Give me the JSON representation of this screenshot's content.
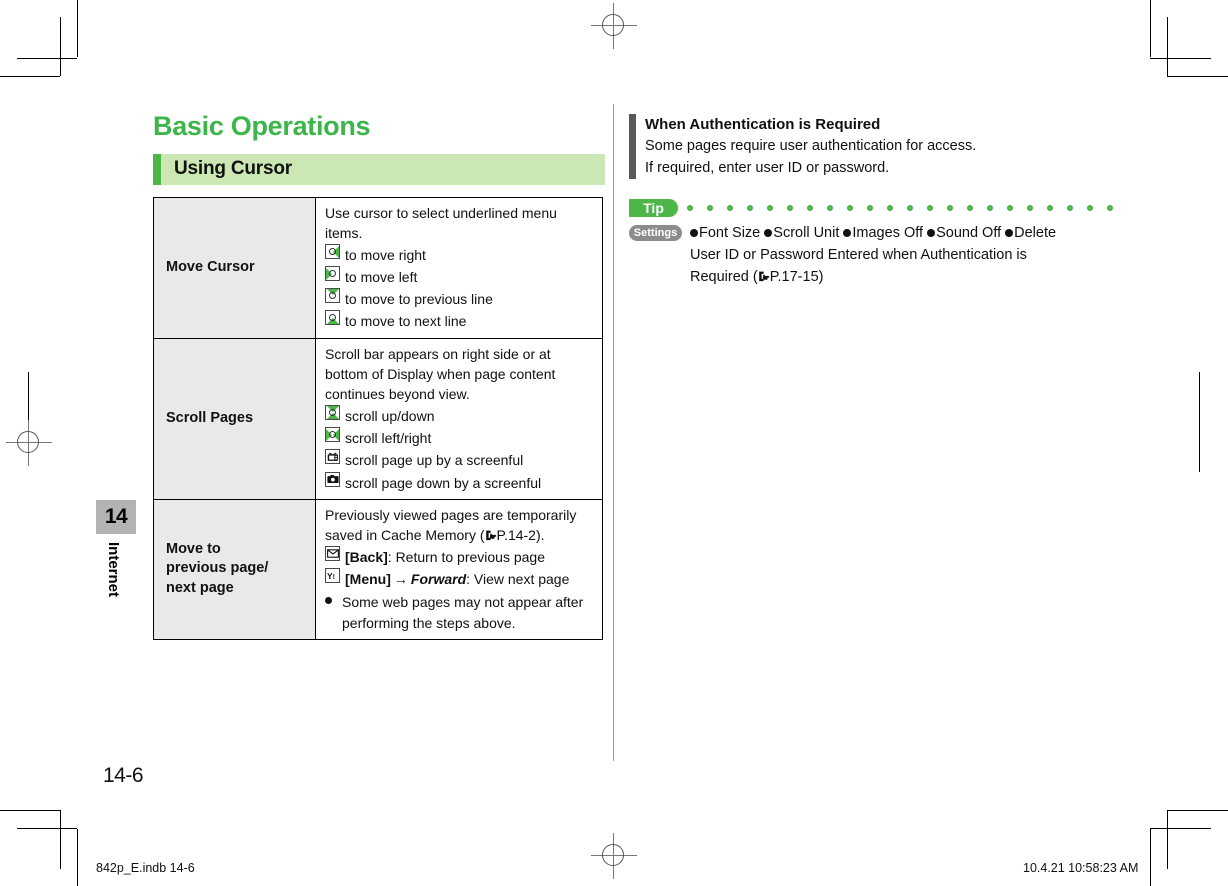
{
  "page": {
    "number": "14-6",
    "chapter_number": "14",
    "chapter_name": "Internet",
    "footer_left": "842p_E.indb   14-6",
    "footer_right": "10.4.21   10:58:23 AM"
  },
  "colors": {
    "brand_green": "#3cb54a",
    "pill_green": "#4cb648",
    "band_green": "#cbe8b4",
    "label_gray": "#e9e9e9",
    "settings_gray": "#8c8c8c",
    "rule_gray": "#595959"
  },
  "left_column": {
    "section_title": "Basic Operations",
    "subsection_title": "Using Cursor",
    "table": {
      "rows": [
        {
          "label": "Move Cursor",
          "intro": "Use cursor to select underlined menu items.",
          "items": [
            {
              "icon": "key-right-icon",
              "text": "to move right"
            },
            {
              "icon": "key-left-icon",
              "text": "to move left"
            },
            {
              "icon": "key-up-icon",
              "text": "to move to previous line"
            },
            {
              "icon": "key-down-icon",
              "text": "to move to next line"
            }
          ]
        },
        {
          "label": "Scroll Pages",
          "intro": "Scroll bar appears on right side or at bottom of Display when page content continues beyond view.",
          "items": [
            {
              "icon": "key-updown-icon",
              "text": "scroll up/down"
            },
            {
              "icon": "key-leftright-icon",
              "text": "scroll left/right"
            },
            {
              "icon": "tv-key-icon",
              "text": "scroll page up by a screenful"
            },
            {
              "icon": "camera-key-icon",
              "text": "scroll page down by a screenful"
            }
          ]
        },
        {
          "label": "Move to previous page/ next page",
          "label_line1": "Move to",
          "label_line2": "previous page/",
          "label_line3": "next page",
          "intro_a": "Previously viewed pages are temporarily saved in Cache Memory (",
          "intro_ref": "P.14-2",
          "intro_b": ").",
          "items": [
            {
              "icon": "envelope-key-icon",
              "key": "[Back]",
              "text": ": Return to previous page"
            },
            {
              "icon": "yahoo-key-icon",
              "key": "[Menu]",
              "arrow": "→",
              "emphasis": "Forward",
              "text": ": View next page"
            }
          ],
          "note": "Some web pages may not appear after performing the steps above."
        }
      ]
    }
  },
  "right_column": {
    "heading": "When Authentication is Required",
    "body_line1": "Some pages require user authentication for access.",
    "body_line2": "If required, enter user ID or password.",
    "tip_label": "Tip",
    "tip_dot_count": 22,
    "settings_label": "Settings",
    "settings_items": [
      "Font Size",
      "Scroll Unit",
      "Images Off",
      "Sound Off",
      "Delete User ID or Password Entered when Authentication is Required"
    ],
    "settings_ref": "P.17-15"
  }
}
